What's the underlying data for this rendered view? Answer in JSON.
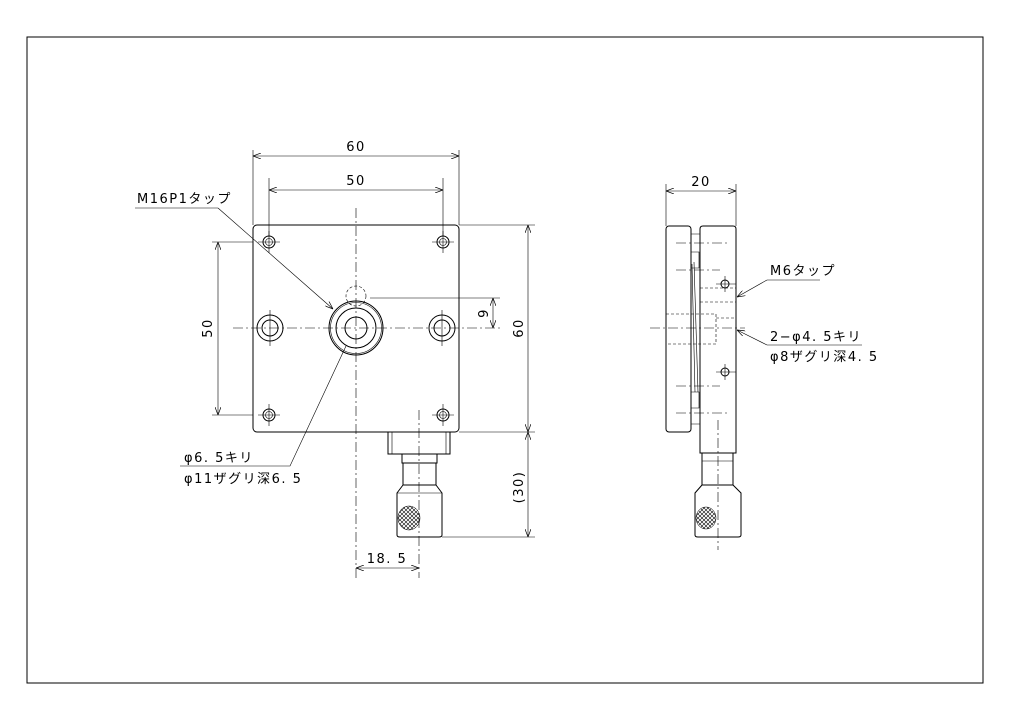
{
  "drawing": {
    "front_view": {
      "dim_width_outer": "60",
      "dim_width_holes": "50",
      "dim_height_holes": "50",
      "dim_height_outer": "60",
      "dim_offset": "9",
      "dim_knob_length": "(30)",
      "dim_knob_offset": "18. 5",
      "callout_center_tap": "M16P1タップ",
      "callout_hole_line1": "φ6. 5キリ",
      "callout_hole_line2": "φ11ザグリ深6. 5"
    },
    "side_view": {
      "dim_thickness": "20",
      "callout_tap": "M6タップ",
      "callout_hole_line1": "2−φ4. 5キリ",
      "callout_hole_line2": "φ8ザグリ深4. 5"
    }
  }
}
